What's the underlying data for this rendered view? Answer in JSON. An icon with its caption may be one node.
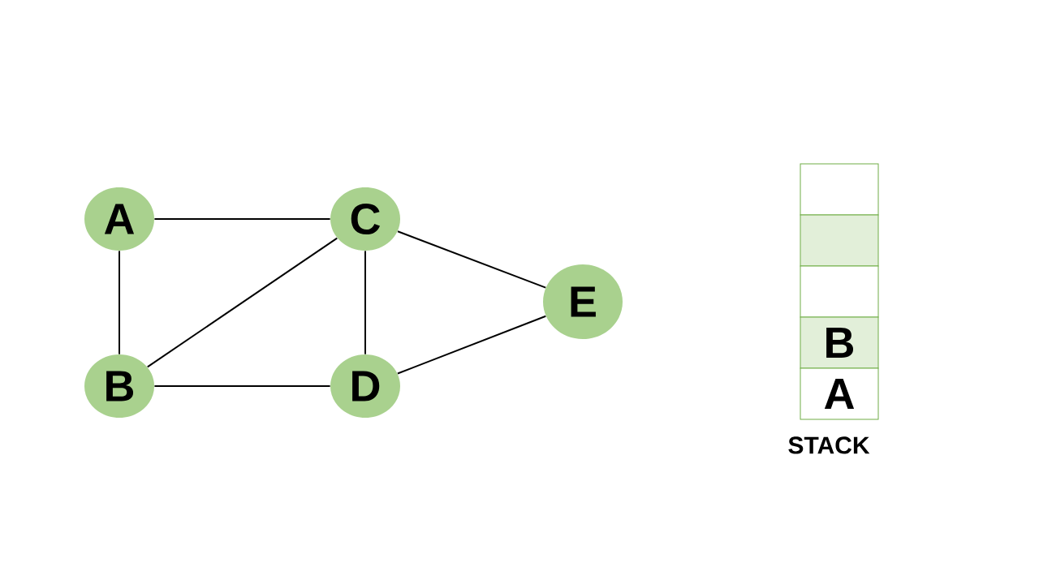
{
  "diagram": {
    "nodes": [
      {
        "text": [
          "A"
        ]
      },
      {
        "text": [
          "B"
        ]
      },
      {
        "text": [
          "C"
        ]
      },
      {
        "text": [
          "D"
        ]
      },
      {
        "text": [
          "E"
        ]
      },
      {
        "text": [],
        "shape": "box"
      },
      {
        "text": [],
        "shape": "box"
      },
      {
        "text": [],
        "shape": "box"
      },
      {
        "text": [
          "B"
        ]
      },
      {
        "text": [
          "A"
        ]
      }
    ],
    "edges": [
      {
        "from": 0,
        "to": 2,
        "arrow": "none"
      },
      {
        "from": 0,
        "to": 1,
        "arrow": "none"
      },
      {
        "from": 1,
        "to": 2,
        "arrow": "none"
      },
      {
        "from": 2,
        "to": 3,
        "arrow": "none"
      },
      {
        "from": 1,
        "to": 3,
        "arrow": "none"
      },
      {
        "from": 2,
        "to": 4,
        "arrow": "none"
      },
      {
        "from": 3,
        "to": 4,
        "arrow": "none"
      }
    ],
    "labels": [
      "STACK"
    ]
  }
}
